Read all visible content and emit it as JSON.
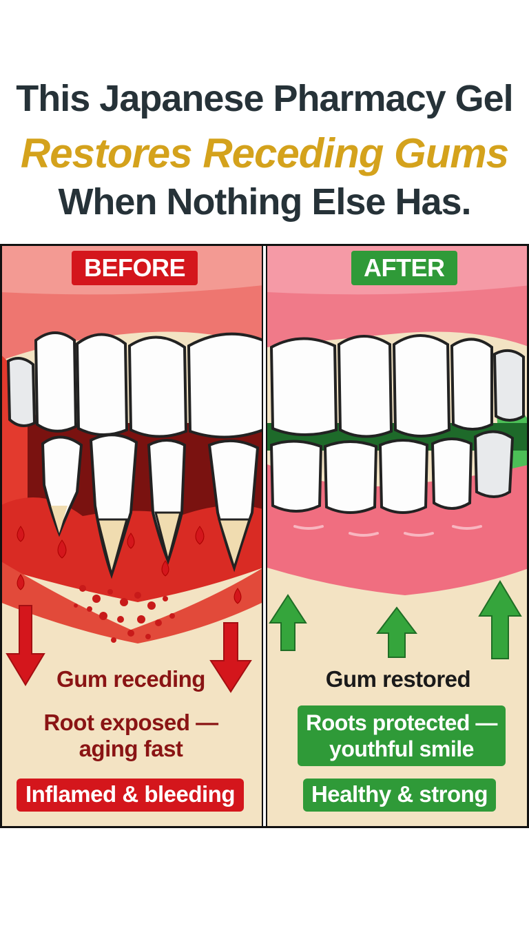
{
  "headline": {
    "line1": "This Japanese Pharmacy Gel",
    "line2": "Restores Receding Gums",
    "line3": "When Nothing Else Has."
  },
  "before": {
    "tag": "BEFORE",
    "caption1": "Gum receding",
    "caption2_line1": "Root exposed —",
    "caption2_line2": "aging fast",
    "badge": "Inflamed & bleeding"
  },
  "after": {
    "tag": "AFTER",
    "caption1": "Gum restored",
    "badge1_line1": "Roots protected —",
    "badge1_line2": "youthful smile",
    "badge2": "Healthy & strong"
  },
  "colors": {
    "gold": "#d4a21c",
    "dark_text": "#263238",
    "red": "#d4161c",
    "green": "#2f9a38",
    "beige": "#f3e3c3",
    "gum_pink": "#f0707f"
  }
}
